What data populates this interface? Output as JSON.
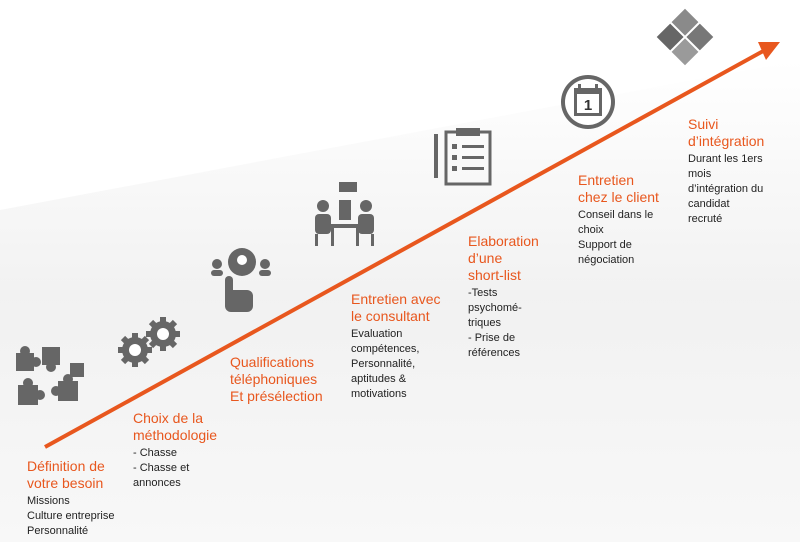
{
  "colors": {
    "accent": "#E8571E",
    "icon": "#555555",
    "text": "#222222"
  },
  "steps": [
    {
      "title": "Définition de\nvotre besoin",
      "desc": "Missions\nCulture entreprise\nPersonnalité",
      "icon": "puzzle-pieces-icon"
    },
    {
      "title": "Choix de la\nméthodologie",
      "desc": "-  Chasse\n-  Chasse et\n   annonces",
      "icon": "gears-icon"
    },
    {
      "title": "Qualifications\ntéléphoniques\nEt présélection",
      "desc": "",
      "icon": "touch-people-icon"
    },
    {
      "title": "Entretien avec\nle consultant",
      "desc": "Evaluation\ncompétences,\nPersonnalité,\naptitudes &\nmotivations",
      "icon": "interview-icon"
    },
    {
      "title": "Elaboration\nd’une\nshort-list",
      "desc": "-Tests\npsychomé-\ntriques\n- Prise de\nréférences",
      "icon": "clipboard-checklist-icon"
    },
    {
      "title": "Entretien\nchez le client",
      "desc": "Conseil dans le\nchoix\nSupport de\nnégociation",
      "icon": "calendar-icon"
    },
    {
      "title": "Suivi\nd’intégration",
      "desc": "Durant les 1ers\nmois\nd’intégration du\ncandidat\nrecruté",
      "icon": "puzzle-diamond-icon"
    }
  ],
  "calendar_day": "1"
}
